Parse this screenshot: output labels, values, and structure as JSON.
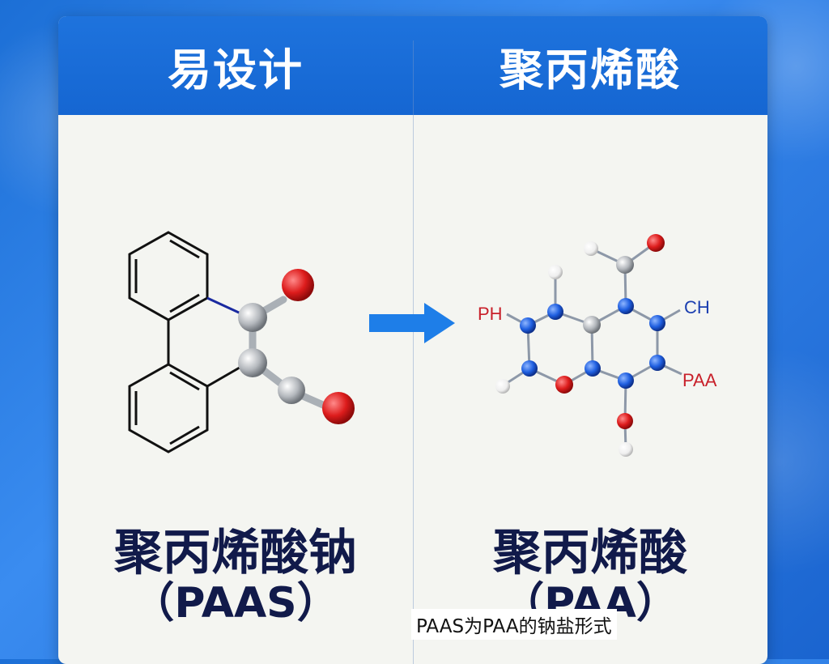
{
  "header": {
    "left_title": "易设计",
    "right_title": "聚丙烯酸"
  },
  "left": {
    "name": "聚丙烯酸钠",
    "abbr": "（PAAS）"
  },
  "right": {
    "name": "聚丙烯酸",
    "abbr": "（PAA）",
    "atom_labels": {
      "ph": "PH",
      "ch": "CH",
      "paa": "PAA"
    }
  },
  "footnote": "PAAS为PAA的钠盐形式",
  "colors": {
    "oxygen": "#dd1c1c",
    "nitrogen": "#1f5fe0",
    "carbon": "#9aa0a6",
    "hydrogen": "#f2f2f2",
    "label_red": "#c8202a",
    "label_blue": "#1b3fb0",
    "arrow": "#1e7ee8"
  }
}
